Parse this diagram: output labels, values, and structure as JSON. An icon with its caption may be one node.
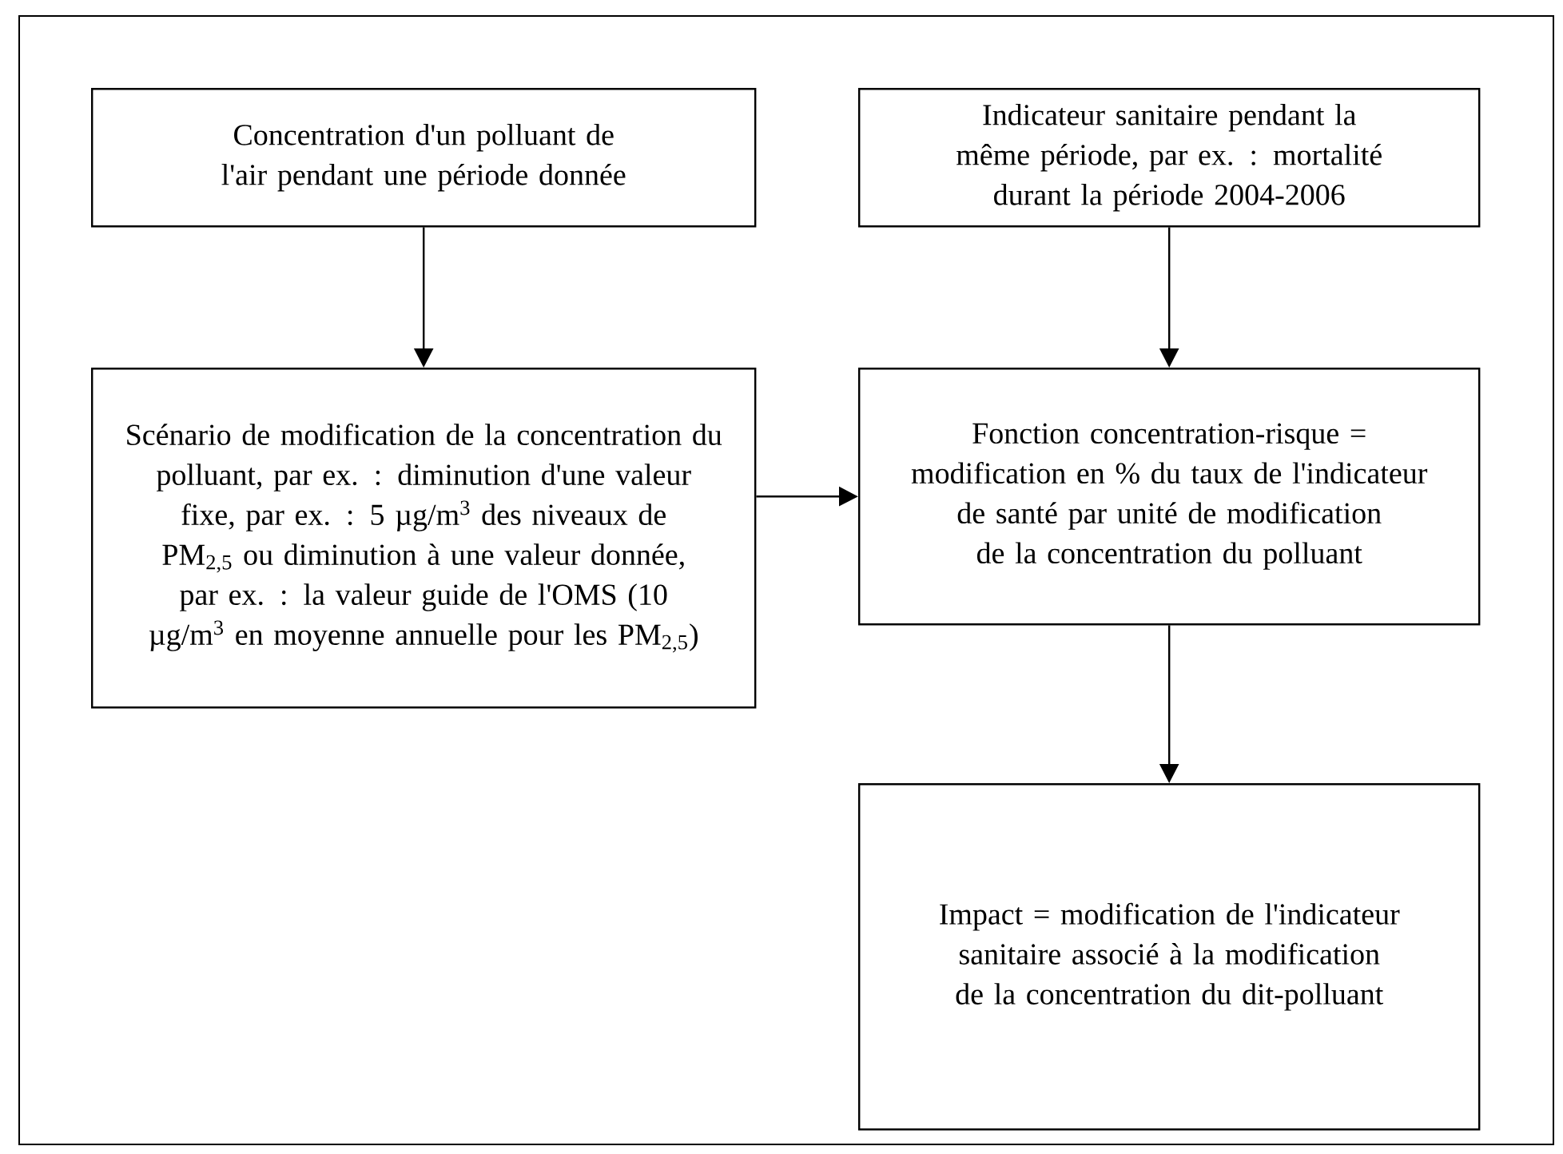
{
  "diagram": {
    "nodes": [
      {
        "text": [
          "Concentration d'un polluant de l'air pendant une période donnée"
        ]
      },
      {
        "text": [
          "Scénario de modification de la concentration du polluant, par ex. : diminution d'une valeur fixe, par ex. : 5 µg/m$^{3}$ des niveaux de PM$_{2,5}$ ou diminution à une valeur donnée, par ex. : la valeur guide de l'OMS (10 µg/m$^{3}$ en moyenne annuelle pour les PM$_{2,5}$)"
        ]
      },
      {
        "text": [
          "Indicateur sanitaire pendant la même période, par ex. : mortalité durant la période 2004-2006"
        ]
      },
      {
        "text": [
          "Fonction concentration-risque = modification en % du taux de l'indicateur de santé par unité de modification de la concentration du polluant"
        ]
      },
      {
        "text": [
          "Impact = modification de l'indicateur sanitaire associé à la modification de la concentration du dit-polluant"
        ]
      }
    ],
    "edges": [
      {
        "from": 0,
        "to": 1,
        "arrow": "to"
      },
      {
        "from": 2,
        "to": 3,
        "arrow": "to"
      },
      {
        "from": 1,
        "to": 3,
        "arrow": "to"
      },
      {
        "from": 3,
        "to": 4,
        "arrow": "to"
      }
    ]
  }
}
